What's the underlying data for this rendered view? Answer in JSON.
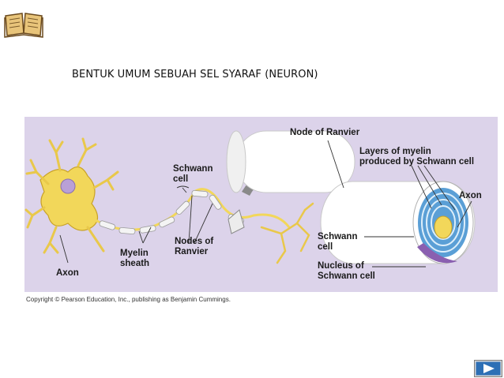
{
  "slide": {
    "title": "BENTUK UMUM SEBUAH SEL SYARAF (NEURON)",
    "book_icon": "open-book-icon",
    "next_icon": "next-arrow-icon"
  },
  "figure": {
    "labels": {
      "node_of_ranvier": "Node of Ranvier",
      "layers_line1": "Layers of myelin",
      "layers_line2": "produced by Schwann cell",
      "axon_right": "Axon",
      "schwann_cell_top_line1": "Schwann",
      "schwann_cell_top_line2": "cell",
      "schwann_cell_right_line1": "Schwann",
      "schwann_cell_right_line2": "cell",
      "nucleus_line1": "Nucleus of",
      "nucleus_line2": "Schwann cell",
      "myelin_line1": "Myelin",
      "myelin_line2": "sheath",
      "nodes_line1": "Nodes of",
      "nodes_line2": "Ranvier",
      "axon_left": "Axon"
    },
    "copyright": "Copyright © Pearson Education, Inc., publishing as Benjamin Cummings."
  },
  "colors": {
    "figure_background": "#dcd3ea",
    "neuron_yellow": "#f2d75a",
    "myelin_blue": "#5a9fd6",
    "nav_button": "#2d6fb5"
  }
}
